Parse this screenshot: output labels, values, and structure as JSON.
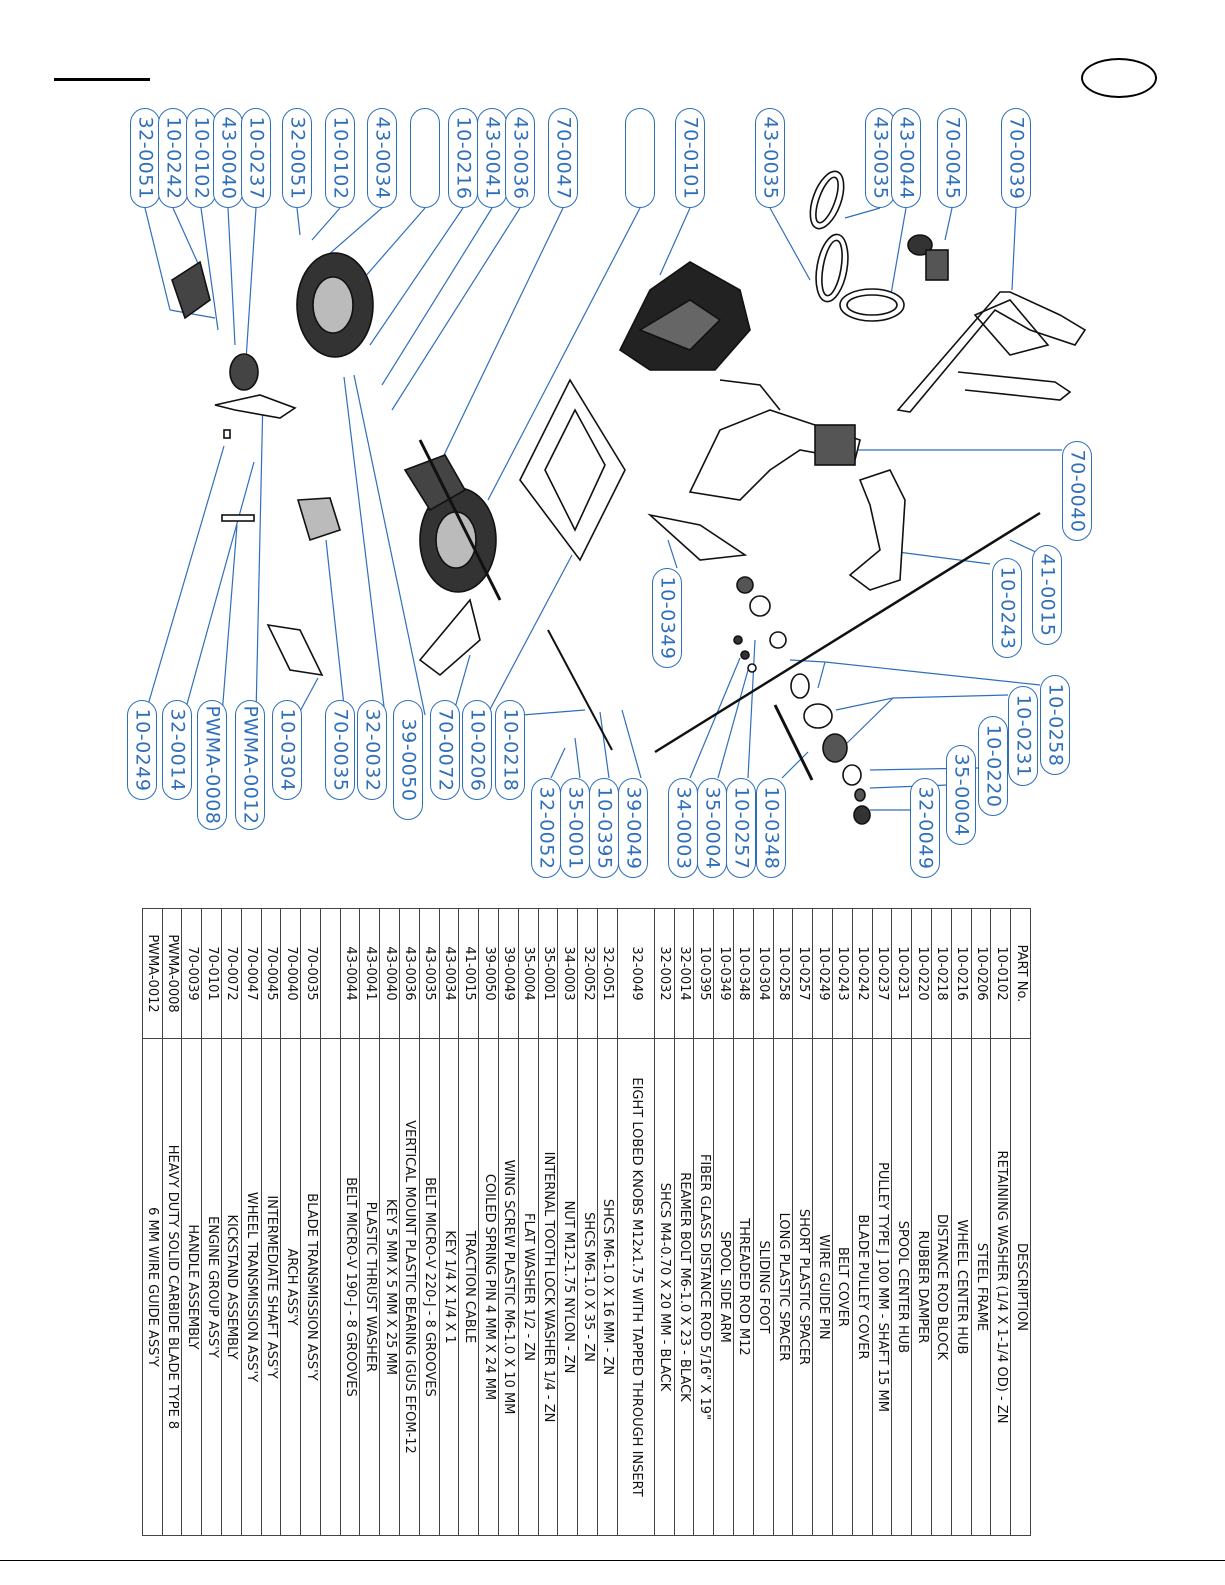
{
  "callouts": {
    "left_group": [
      "32-0051",
      "10-0242",
      "10-0102",
      "43-0040",
      "10-0237",
      "32-0051",
      "10-0102",
      "43-0034",
      "",
      "10-0216",
      "43-0041",
      "43-0036",
      "70-0047",
      "",
      "70-0101",
      "43-0035",
      "43-0035",
      "43-0044",
      "70-0045",
      "70-0039"
    ],
    "right_group": [
      "70-0040",
      "41-0015",
      "10-0243",
      "10-0349",
      "10-0258",
      "10-0231",
      "10-0220",
      "35-0004",
      "32-0049",
      "10-0348",
      "10-0257",
      "35-0004",
      "34-0003",
      "39-0049",
      "10-0395",
      "35-0001",
      "32-0052",
      "10-0218",
      "10-0206",
      "70-0072",
      "39-0050",
      "32-0032",
      "70-0035",
      "10-0304",
      "PWMA-0012",
      "PWMA-0008",
      "32-0014",
      "10-0249"
    ]
  },
  "table": {
    "header": {
      "part": "PART No.",
      "description": "DESCRIPTION"
    },
    "rows": [
      {
        "part": "10-0102",
        "description": "RETAINING WASHER (1/4 X 1-1/4 OD) - ZN"
      },
      {
        "part": "10-0206",
        "description": "STEEL FRAME"
      },
      {
        "part": "10-0216",
        "description": "WHEEL CENTER HUB"
      },
      {
        "part": "10-0218",
        "description": "DISTANCE ROD BLOCK"
      },
      {
        "part": "10-0220",
        "description": "RUBBER DAMPER"
      },
      {
        "part": "10-0231",
        "description": "SPOOL CENTER HUB"
      },
      {
        "part": "10-0237",
        "description": "PULLEY TYPE J 100 MM - SHAFT 15 MM"
      },
      {
        "part": "10-0242",
        "description": "BLADE PULLEY COVER"
      },
      {
        "part": "10-0243",
        "description": "BELT COVER"
      },
      {
        "part": "10-0249",
        "description": "WIRE GUIDE PIN"
      },
      {
        "part": "10-0257",
        "description": "SHORT PLASTIC SPACER"
      },
      {
        "part": "10-0258",
        "description": "LONG PLASTIC SPACER"
      },
      {
        "part": "10-0304",
        "description": "SLIDING FOOT"
      },
      {
        "part": "10-0348",
        "description": "THREADED ROD M12"
      },
      {
        "part": "10-0349",
        "description": "SPOOL SIDE ARM"
      },
      {
        "part": "10-0395",
        "description": "FIBER GLASS DISTANCE ROD 5/16\" X 19\""
      },
      {
        "part": "32-0014",
        "description": "REAMER BOLT M6-1.0 X 23 - BLACK"
      },
      {
        "part": "32-0032",
        "description": "SHCS M4-0.70 X 20 MM - BLACK"
      },
      {
        "part": "32-0049",
        "description": "EIGHT LOBED KNOBS M12x1.75 WITH TAPPED THROUGH INSERT",
        "tall": true
      },
      {
        "part": "32-0051",
        "description": "SHCS M6-1.0 X 16 MM - ZN"
      },
      {
        "part": "32-0052",
        "description": "SHCS M6-1.0 X 35 - ZN"
      },
      {
        "part": "34-0003",
        "description": "NUT M12-1.75 NYLON - ZN"
      },
      {
        "part": "35-0001",
        "description": "INTERNAL TOOTH LOCK WASHER 1/4 - ZN"
      },
      {
        "part": "35-0004",
        "description": "FLAT WASHER 1/2 - ZN"
      },
      {
        "part": "39-0049",
        "description": "WING SCREW PLASTIC M6-1.0 X 10 MM"
      },
      {
        "part": "39-0050",
        "description": "COILED SPRING PIN 4 MM X 24 MM"
      },
      {
        "part": "41-0015",
        "description": "TRACTION CABLE"
      },
      {
        "part": "43-0034",
        "description": "KEY 1/4 X 1/4 X 1"
      },
      {
        "part": "43-0035",
        "description": "BELT MICRO-V 220-J - 8 GROOVES"
      },
      {
        "part": "43-0036",
        "description": "VERTICAL MOUNT PLASTIC BEARING IGUS EFOM-12"
      },
      {
        "part": "43-0040",
        "description": "KEY 5 MM X 5 MM X 25 MM"
      },
      {
        "part": "43-0041",
        "description": "PLASTIC THRUST WASHER"
      },
      {
        "part": "43-0044",
        "description": "BELT MICRO-V 190-J - 8 GROOVES"
      },
      {
        "part": "",
        "description": ""
      },
      {
        "part": "70-0035",
        "description": "BLADE TRANSMISSION ASS'Y"
      },
      {
        "part": "70-0040",
        "description": "ARCH ASS'Y"
      },
      {
        "part": "70-0045",
        "description": "INTERMEDIATE SHAFT ASS'Y"
      },
      {
        "part": "70-0047",
        "description": "WHEEL TRANSMISSION ASS'Y"
      },
      {
        "part": "70-0072",
        "description": "KICKSTAND ASSEMBLY"
      },
      {
        "part": "70-0101",
        "description": "ENGINE GROUP ASS'Y"
      },
      {
        "part": "70-0039",
        "description": "HANDLE ASSEMBLY"
      },
      {
        "part": "PWMA-0008",
        "description": "HEAVY DUTY SOLID CARBIDE BLADE TYPE 8"
      },
      {
        "part": "PWMA-0012",
        "description": "6 MM WIRE GUIDE ASS'Y"
      }
    ]
  }
}
